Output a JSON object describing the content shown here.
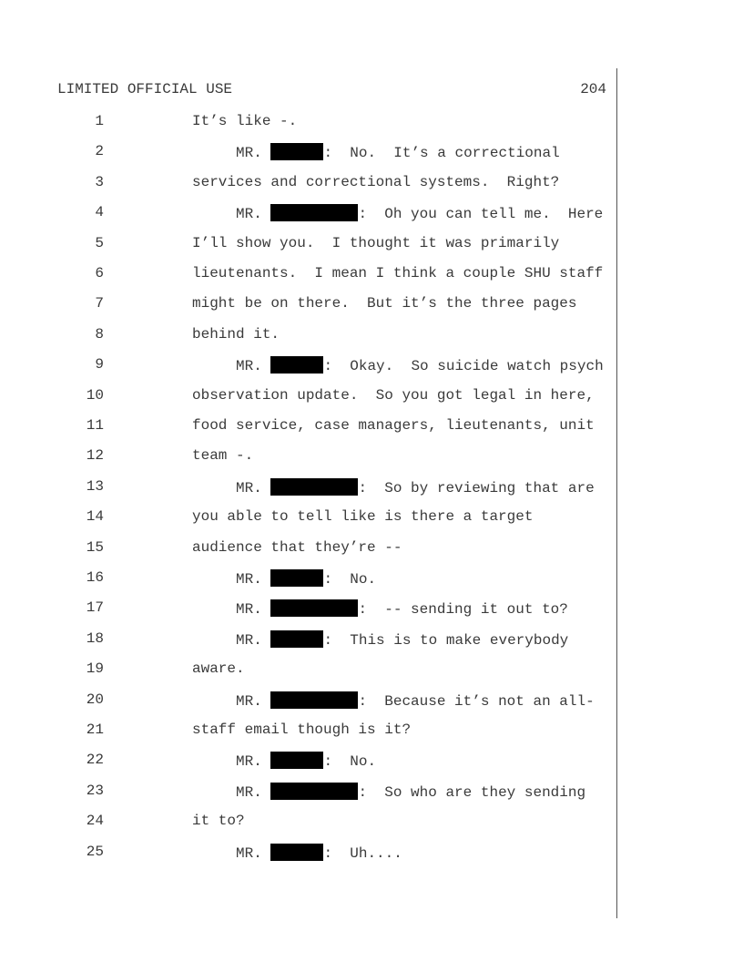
{
  "header": {
    "classification": "LIMITED OFFICIAL USE",
    "page_number": "204"
  },
  "lines": [
    {
      "n": "1",
      "indent": false,
      "text": "It’s like -."
    },
    {
      "n": "2",
      "indent": true,
      "speaker": "MR.",
      "redact": "short",
      "text": ":  No.  It’s a correctional"
    },
    {
      "n": "3",
      "indent": false,
      "text": "services and correctional systems.  Right?"
    },
    {
      "n": "4",
      "indent": true,
      "speaker": "MR.",
      "redact": "long",
      "text": ":  Oh you can tell me.  Here"
    },
    {
      "n": "5",
      "indent": false,
      "text": "I’ll show you.  I thought it was primarily"
    },
    {
      "n": "6",
      "indent": false,
      "text": "lieutenants.  I mean I think a couple SHU staff"
    },
    {
      "n": "7",
      "indent": false,
      "text": "might be on there.  But it’s the three pages"
    },
    {
      "n": "8",
      "indent": false,
      "text": "behind it."
    },
    {
      "n": "9",
      "indent": true,
      "speaker": "MR.",
      "redact": "short",
      "text": ":  Okay.  So suicide watch psych"
    },
    {
      "n": "10",
      "indent": false,
      "text": "observation update.  So you got legal in here,"
    },
    {
      "n": "11",
      "indent": false,
      "text": "food service, case managers, lieutenants, unit"
    },
    {
      "n": "12",
      "indent": false,
      "text": "team -."
    },
    {
      "n": "13",
      "indent": true,
      "speaker": "MR.",
      "redact": "long",
      "text": ":  So by reviewing that are"
    },
    {
      "n": "14",
      "indent": false,
      "text": "you able to tell like is there a target"
    },
    {
      "n": "15",
      "indent": false,
      "text": "audience that they’re --"
    },
    {
      "n": "16",
      "indent": true,
      "speaker": "MR.",
      "redact": "short",
      "text": ":  No."
    },
    {
      "n": "17",
      "indent": true,
      "speaker": "MR.",
      "redact": "long",
      "text": ":  -- sending it out to?"
    },
    {
      "n": "18",
      "indent": true,
      "speaker": "MR.",
      "redact": "short",
      "text": ":  This is to make everybody"
    },
    {
      "n": "19",
      "indent": false,
      "text": "aware."
    },
    {
      "n": "20",
      "indent": true,
      "speaker": "MR.",
      "redact": "long",
      "text": ":  Because it’s not an all-"
    },
    {
      "n": "21",
      "indent": false,
      "text": "staff email though is it?"
    },
    {
      "n": "22",
      "indent": true,
      "speaker": "MR.",
      "redact": "short",
      "text": ":  No."
    },
    {
      "n": "23",
      "indent": true,
      "speaker": "MR.",
      "redact": "long",
      "text": ":  So who are they sending"
    },
    {
      "n": "24",
      "indent": false,
      "text": "it to?"
    },
    {
      "n": "25",
      "indent": true,
      "speaker": "MR.",
      "redact": "short",
      "text": ":  Uh...."
    }
  ]
}
